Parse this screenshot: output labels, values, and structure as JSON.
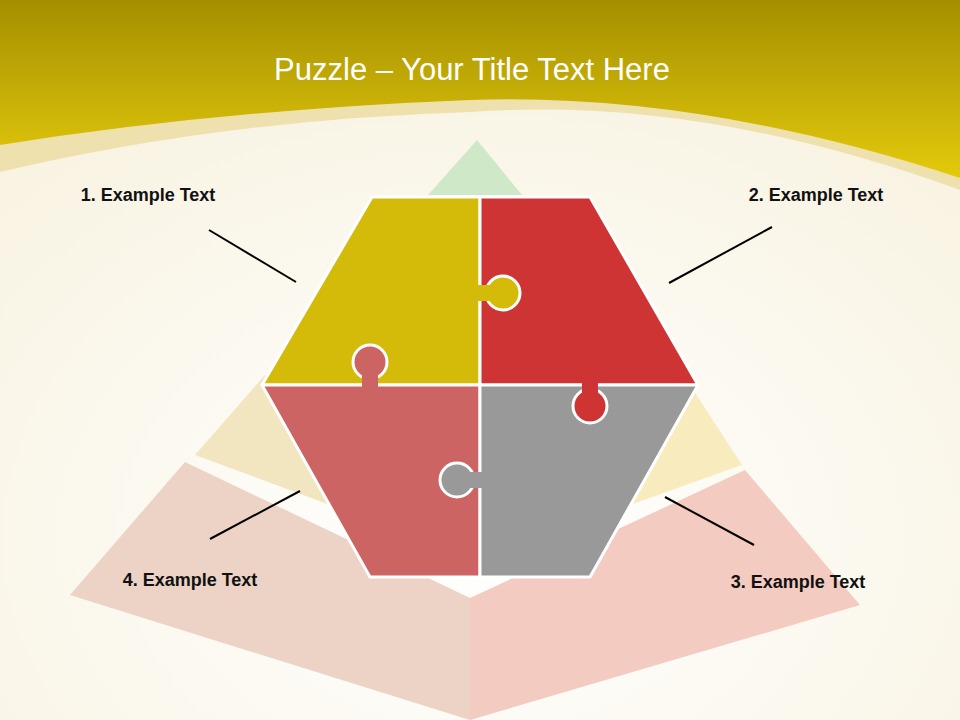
{
  "diagram": {
    "title": "Puzzle – Your Title Text Here",
    "labels": [
      "1. Example Text",
      "2. Example Text",
      "3. Example Text",
      "4. Example Text"
    ]
  }
}
